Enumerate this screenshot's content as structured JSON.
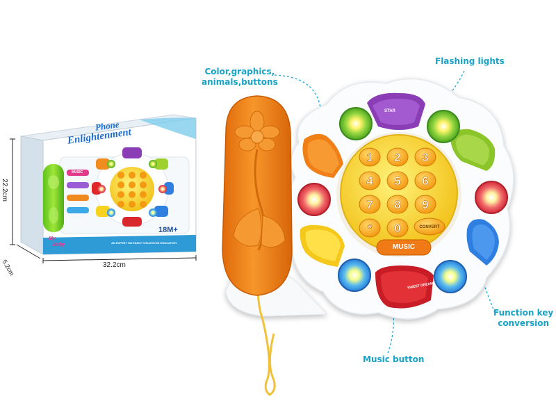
{
  "box": {
    "title_line1": "Enlightenment",
    "title_line2": "Phone",
    "age_badge": "18M+",
    "tagline": "AN EXPERT ON EARLY CHILDHOOD EDUCATION",
    "brand_line1": "My",
    "brand_line2": "Baby",
    "side_buttons": [
      "MUSIC",
      "",
      "",
      ""
    ],
    "width_label": "32.2cm",
    "height_label": "22.2cm",
    "depth_label": "5.2cm"
  },
  "annotations": {
    "color_graphics_line1": "Color,graphics,",
    "color_graphics_line2": "animals,buttons",
    "flashing_lights": "Flashing lights",
    "function_key_line1": "Function key",
    "function_key_line2": "conversion",
    "music_button": "Music button"
  },
  "phone": {
    "keys": [
      "1",
      "2",
      "3",
      "4",
      "5",
      "6",
      "7",
      "8",
      "9",
      "*",
      "0",
      "#"
    ],
    "convert_label": "CONVERT",
    "music_label": "MUSIC",
    "top_key_label": "STAR",
    "bottom_key_label": "SWEET DREAMS"
  },
  "colors": {
    "accent": "#1aa3c9",
    "handset": "#f07f14",
    "keypad": "#f7d21e",
    "purple": "#8a3db4",
    "red": "#d8272d",
    "green": "#9ed12e",
    "blue": "#2f7fe0",
    "orange": "#f28c1e"
  }
}
